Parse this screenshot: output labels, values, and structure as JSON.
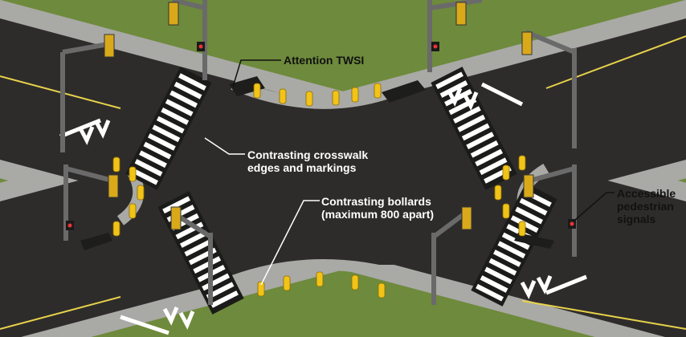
{
  "diagram": {
    "labels": {
      "twsi": "Attention TWSI",
      "crosswalk_line1": "Contrasting crosswalk",
      "crosswalk_line2": "edges and markings",
      "bollards_line1": "Contrasting bollards",
      "bollards_line2": "(maximum 800 apart)",
      "signals_line1": "Accessible",
      "signals_line2": "pedestrian",
      "signals_line3": "signals"
    },
    "colors": {
      "grass": "#6e8a3c",
      "asphalt": "#2e2c2b",
      "sidewalk": "#a9a9a6",
      "curb": "#5a5a58",
      "bollard": "#f2c318",
      "marking": "#ffffff",
      "lane_line": "#e8d34a"
    }
  }
}
